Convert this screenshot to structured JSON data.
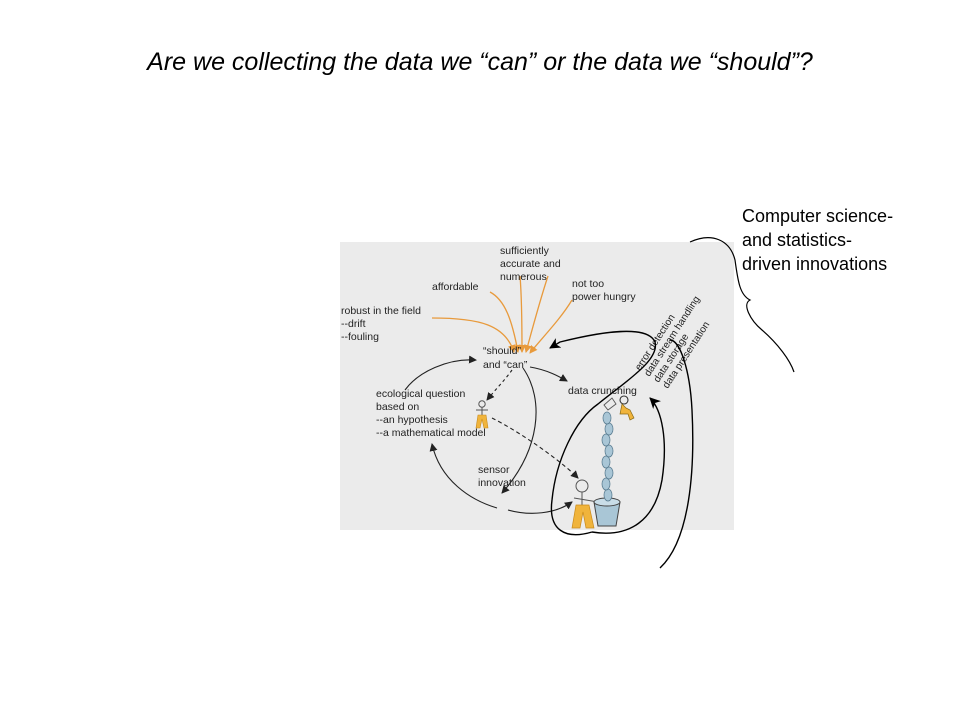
{
  "slide": {
    "title": "Are we collecting the data we “can” or the data we “should”?"
  },
  "side_note": {
    "lines": [
      "Computer science-",
      "and statistics-",
      "driven innovations"
    ]
  },
  "diagram": {
    "criteria": {
      "sufficient": [
        "sufficiently",
        "accurate and",
        "numerous"
      ],
      "affordable": "affordable",
      "not_too": [
        "not too",
        "power hungry"
      ],
      "robust": [
        "robust in the field",
        "--drift",
        "--fouling"
      ]
    },
    "should_can": [
      "“should”",
      "and “can”"
    ],
    "ecological": [
      "ecological question",
      "based on",
      "--an hypothesis",
      "--a mathematical model"
    ],
    "sensor": [
      "sensor",
      "innovation"
    ],
    "data_crunching": "data crunching",
    "steps": [
      "error detection",
      "data stream handling",
      "data storage",
      "data presentation"
    ],
    "colors": {
      "orange_arrows": "#e89a3c",
      "figure_yellow": "#f0b43c",
      "bucket": "#a9c6d6"
    }
  }
}
